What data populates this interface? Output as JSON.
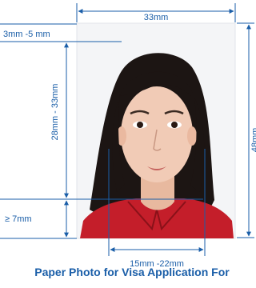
{
  "colors": {
    "line": "#1a5ea8",
    "background_photo": "#f4f5f7",
    "hair": "#1c1513",
    "skin": "#f1cbb6",
    "shirt": "#c41e2a",
    "caption": "#1a5ea8"
  },
  "dimensions": {
    "photo_width": "33mm",
    "photo_height": "48mm",
    "top_margin": "3mm -5 mm",
    "head_height": "28mm - 33mm",
    "bottom_margin": "≥ 7mm",
    "face_width": "15mm -22mm"
  },
  "caption": "Paper Photo for Visa Application For",
  "photo": {
    "icon": "passport-photo-portrait"
  }
}
